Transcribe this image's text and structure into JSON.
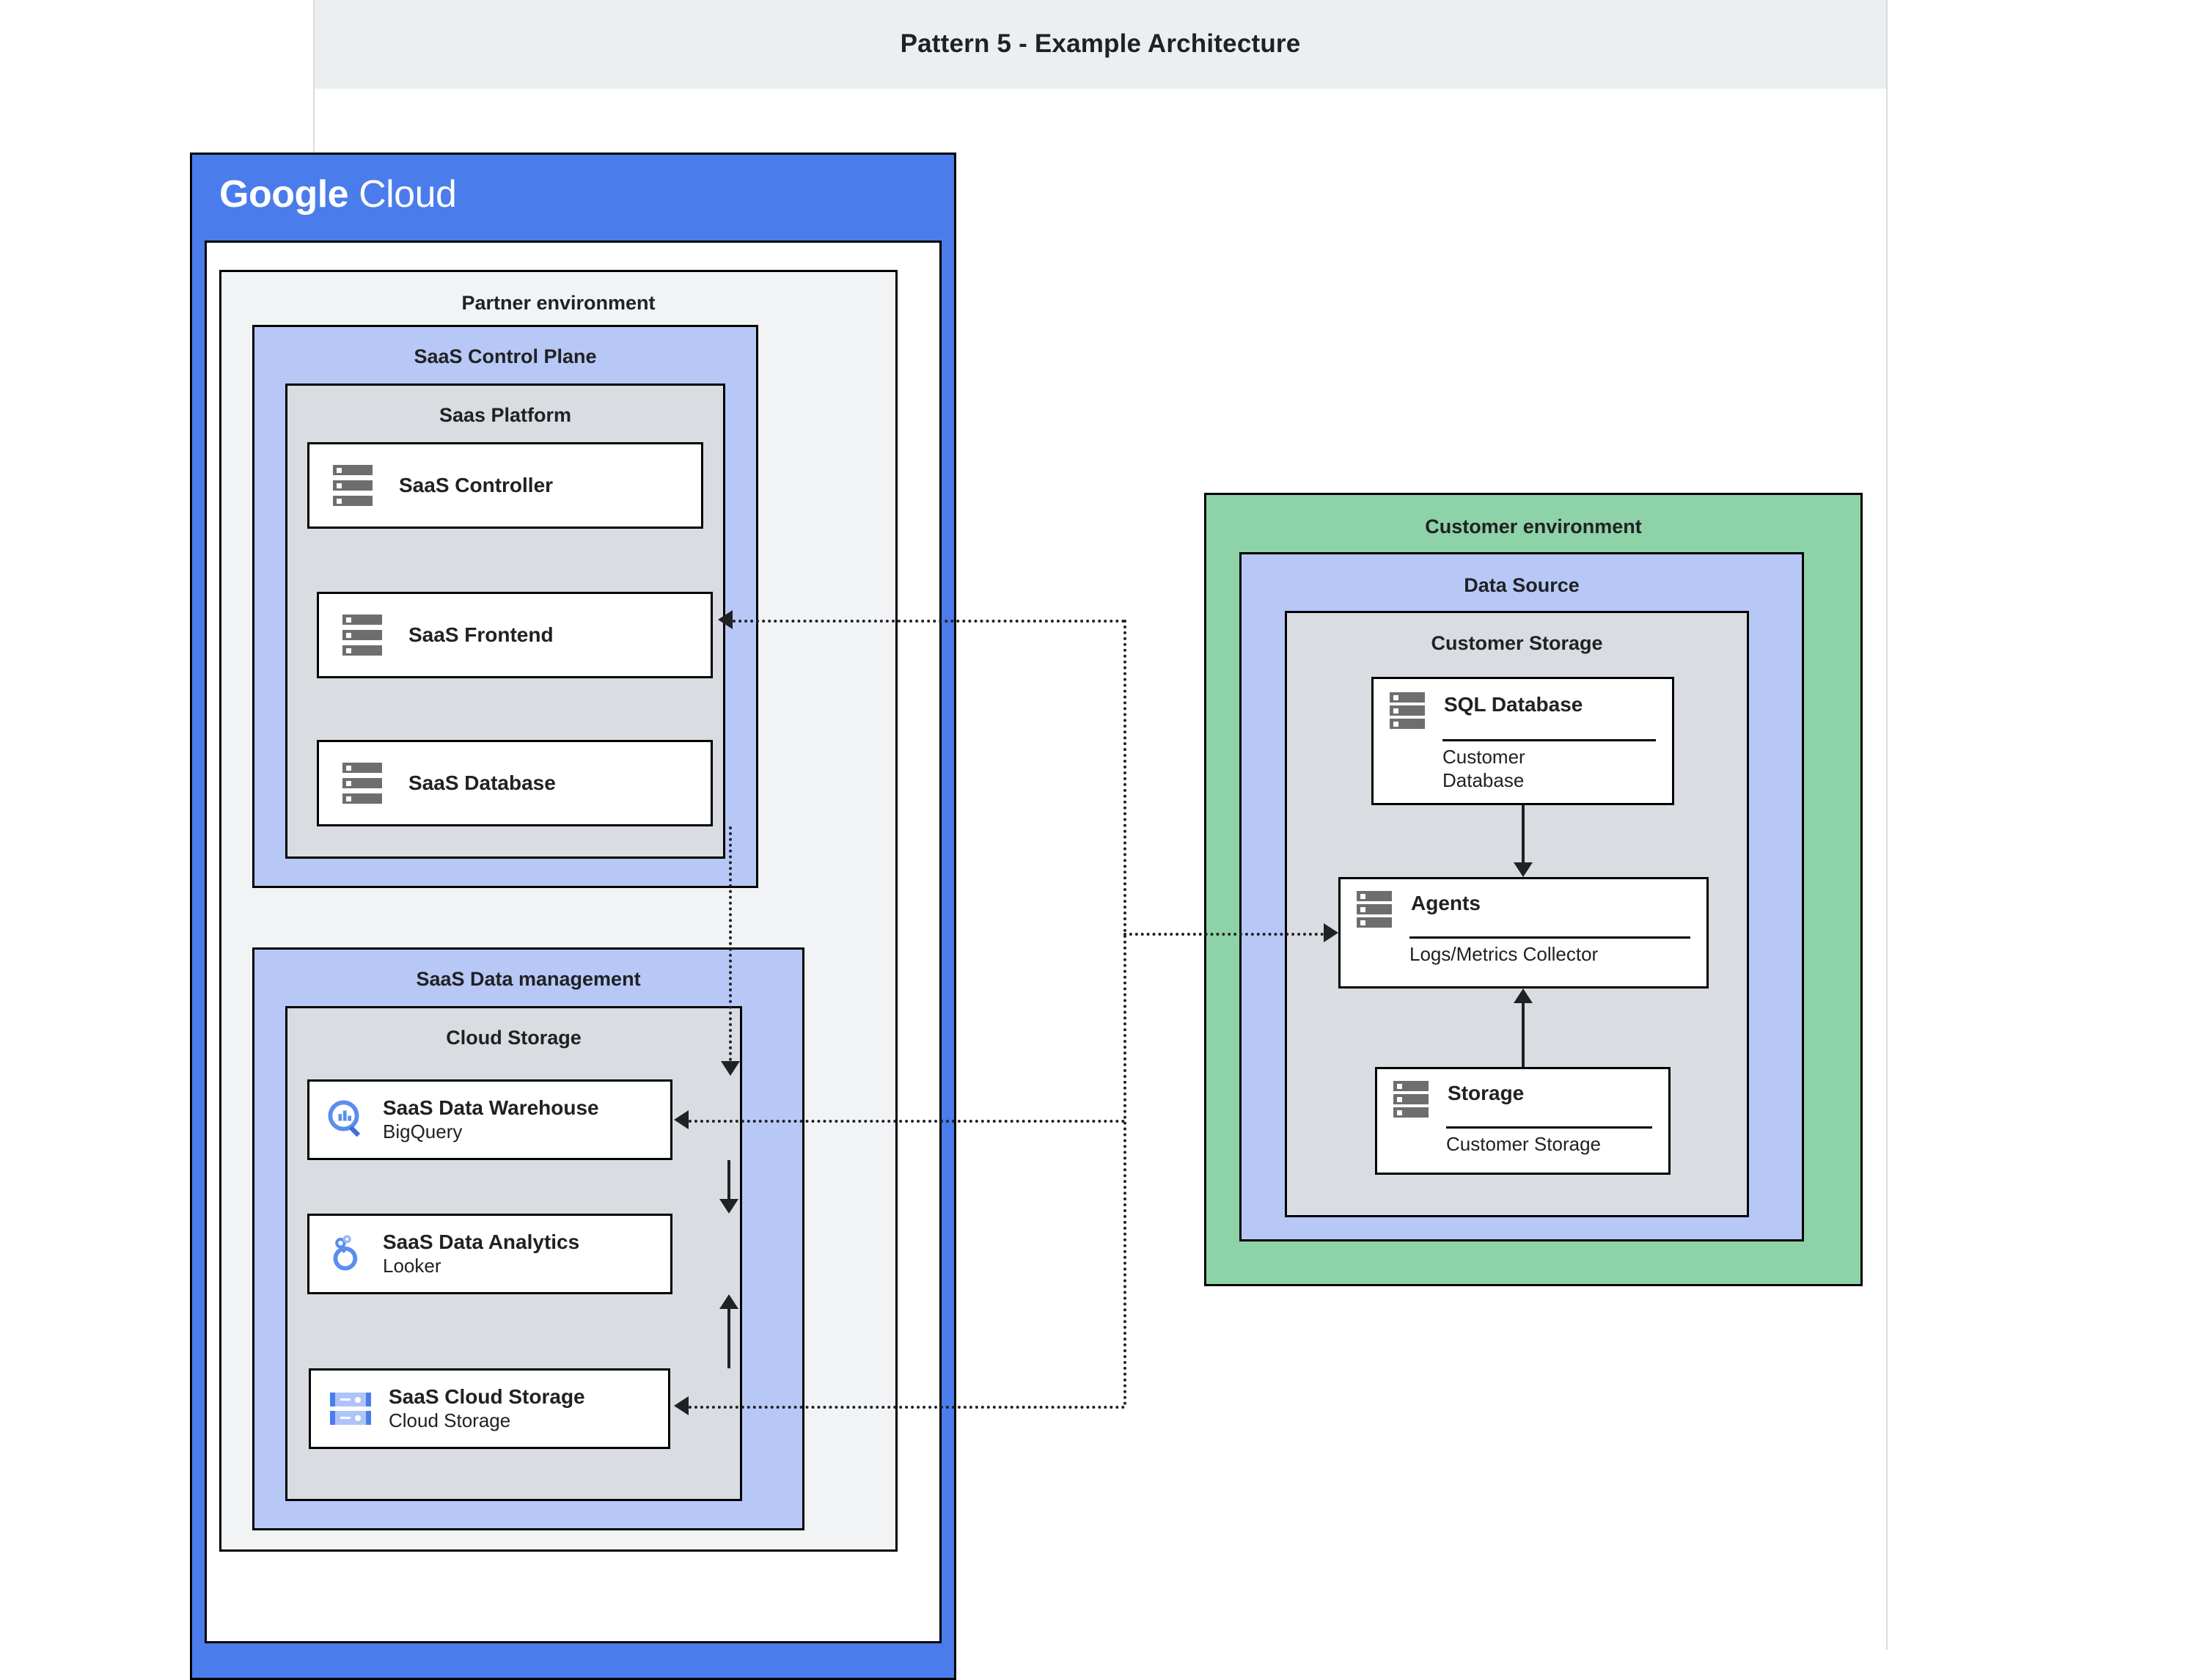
{
  "page": {
    "title": "Pattern 5 - Example Architecture"
  },
  "cloud": {
    "logo_bold": "Google",
    "logo_light": "Cloud"
  },
  "partner": {
    "label": "Partner environment",
    "control_plane": {
      "label": "SaaS Control Plane",
      "platform": {
        "label": "Saas Platform",
        "nodes": [
          {
            "icon": "server-icon",
            "title": "SaaS Controller",
            "subtitle": ""
          },
          {
            "icon": "server-icon",
            "title": "SaaS Frontend",
            "subtitle": ""
          },
          {
            "icon": "server-icon",
            "title": "SaaS Database",
            "subtitle": ""
          }
        ]
      }
    },
    "data_management": {
      "label": "SaaS Data management",
      "cloud_storage": {
        "label": "Cloud Storage",
        "nodes": [
          {
            "icon": "bigquery-icon",
            "title": "SaaS Data Warehouse",
            "subtitle": "BigQuery"
          },
          {
            "icon": "looker-icon",
            "title": "SaaS Data Analytics",
            "subtitle": "Looker"
          },
          {
            "icon": "cloud-storage-icon",
            "title": "SaaS Cloud Storage",
            "subtitle": "Cloud Storage"
          }
        ]
      }
    }
  },
  "customer": {
    "label": "Customer environment",
    "data_source": {
      "label": "Data Source",
      "customer_storage": {
        "label": "Customer Storage",
        "nodes": [
          {
            "icon": "server-icon",
            "title": "SQL Database",
            "subtitle": "Customer Database"
          },
          {
            "icon": "server-icon",
            "title": "Agents",
            "subtitle": "Logs/Metrics Collector"
          },
          {
            "icon": "server-icon",
            "title": "Storage",
            "subtitle": "Customer Storage"
          }
        ]
      }
    }
  },
  "colors": {
    "google_blue": "#4a7ceb",
    "light_blue": "#b8c8f6",
    "grey": "#d9dce0",
    "light_grey": "#f1f3f4",
    "green": "#8ed2a8",
    "header_band": "#eceff0"
  }
}
